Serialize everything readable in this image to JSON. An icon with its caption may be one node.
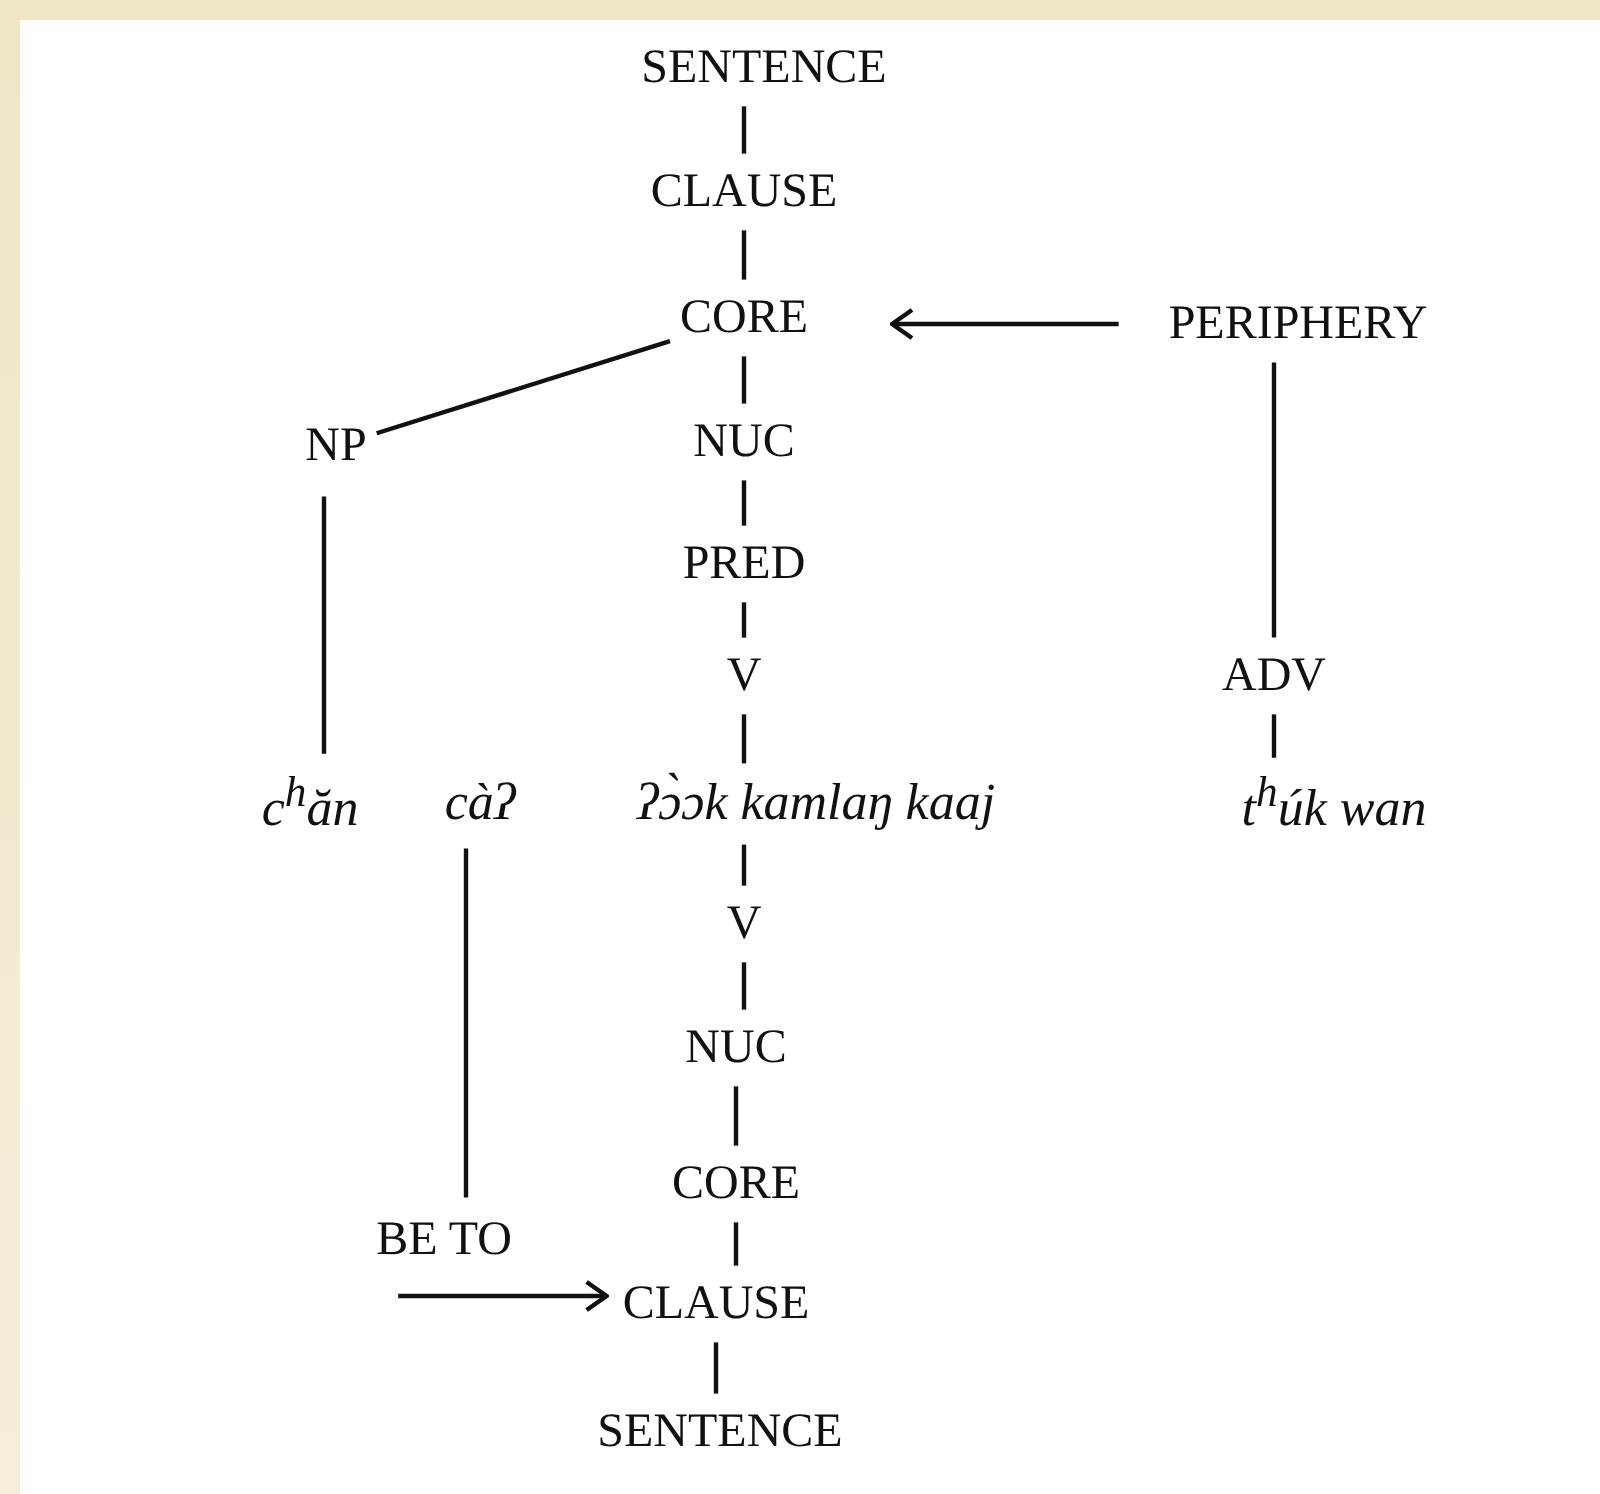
{
  "diagram": {
    "nodes": [
      {
        "text": [
          "SENTENCE"
        ]
      },
      {
        "text": [
          "CLAUSE"
        ]
      },
      {
        "text": [
          "CORE"
        ]
      },
      {
        "text": [
          "PERIPHERY"
        ]
      },
      {
        "text": [
          "NP"
        ]
      },
      {
        "text": [
          "NUC"
        ]
      },
      {
        "text": [
          "PRED"
        ]
      },
      {
        "text": [
          "V"
        ]
      },
      {
        "text": [
          "ADV"
        ]
      },
      {
        "text": [
          "c$^{h}$ăn"
        ]
      },
      {
        "text": [
          "càʔ"
        ]
      },
      {
        "text": [
          "ʔɔ̀ɔk kamlaŋ kaaj"
        ]
      },
      {
        "text": [
          "t$^{h}$úk wan"
        ]
      },
      {
        "text": [
          "V"
        ]
      },
      {
        "text": [
          "NUC"
        ]
      },
      {
        "text": [
          "CORE"
        ]
      },
      {
        "text": [
          "BE TO"
        ]
      },
      {
        "text": [
          "CLAUSE"
        ]
      },
      {
        "text": [
          "SENTENCE"
        ]
      }
    ],
    "edges": [
      {
        "from": 0,
        "to": 1,
        "arrow": "none"
      },
      {
        "from": 1,
        "to": 2,
        "arrow": "none"
      },
      {
        "from": 3,
        "to": 2,
        "arrow": "to"
      },
      {
        "from": 2,
        "to": 4,
        "arrow": "none"
      },
      {
        "from": 2,
        "to": 5,
        "arrow": "none"
      },
      {
        "from": 5,
        "to": 6,
        "arrow": "none"
      },
      {
        "from": 6,
        "to": 7,
        "arrow": "none"
      },
      {
        "from": 3,
        "to": 8,
        "arrow": "none"
      },
      {
        "from": 4,
        "to": 9,
        "arrow": "none"
      },
      {
        "from": 7,
        "to": 11,
        "arrow": "none"
      },
      {
        "from": 8,
        "to": 12,
        "arrow": "none"
      },
      {
        "from": 11,
        "to": 13,
        "arrow": "none"
      },
      {
        "from": 13,
        "to": 14,
        "arrow": "none"
      },
      {
        "from": 14,
        "to": 15,
        "arrow": "none"
      },
      {
        "from": 15,
        "to": 17,
        "arrow": "none"
      },
      {
        "from": 17,
        "to": 18,
        "arrow": "none"
      },
      {
        "from": 10,
        "to": 16,
        "arrow": "none"
      },
      {
        "from": 16,
        "to": 17,
        "arrow": "to"
      }
    ]
  }
}
